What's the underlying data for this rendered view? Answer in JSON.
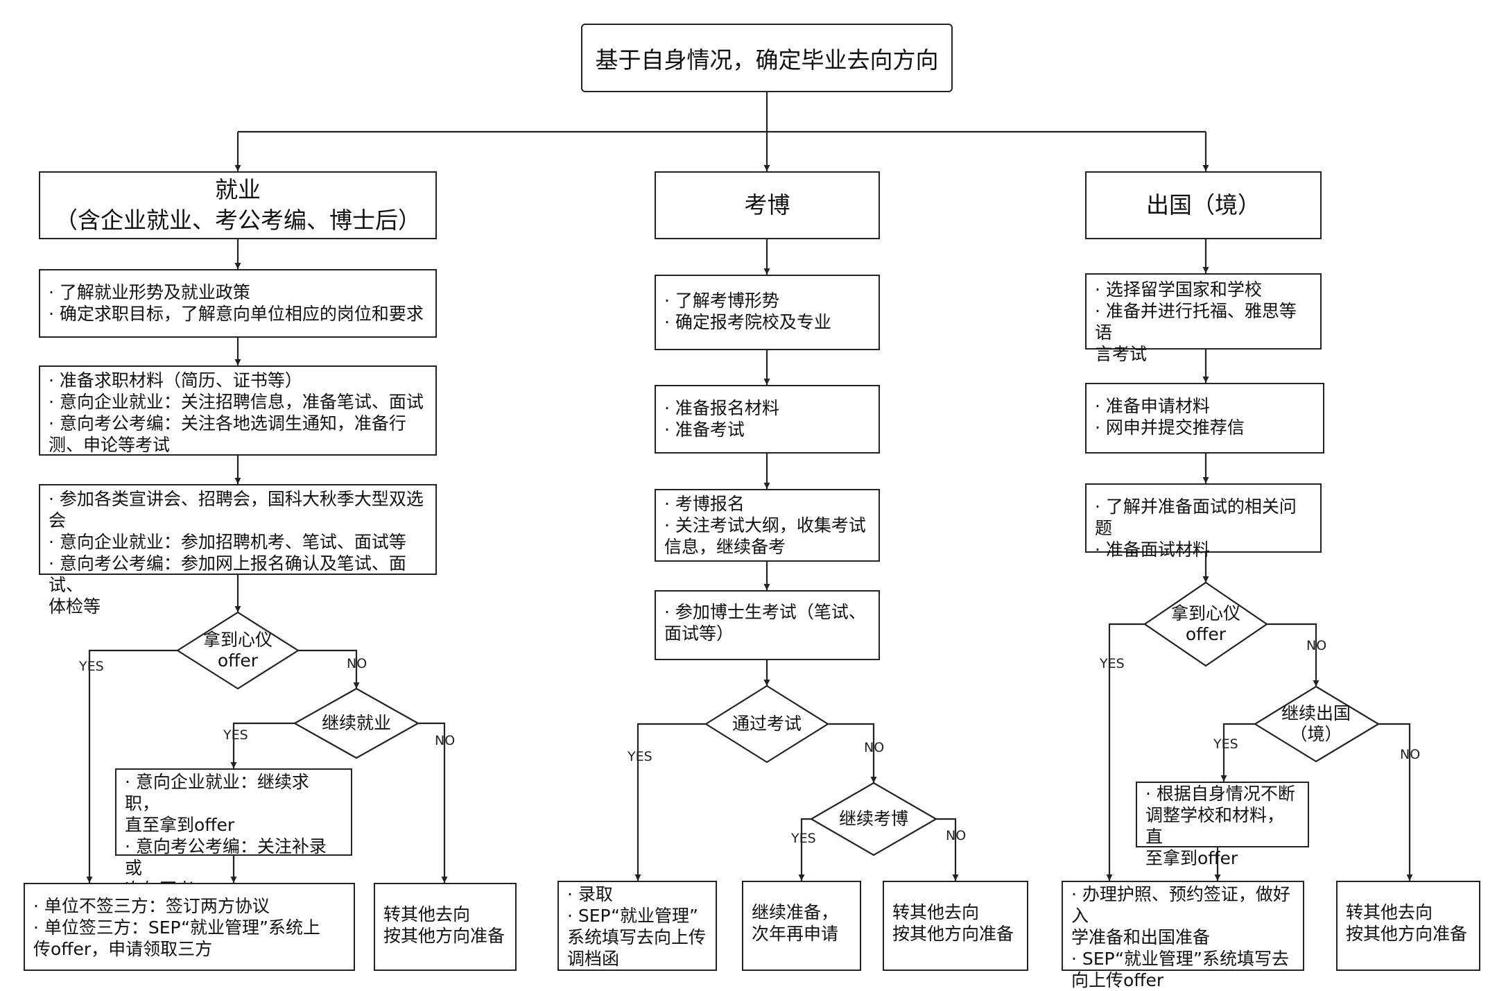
{
  "root": "基于自身情况，确定毕业去向方向",
  "employment": {
    "header": "就业\n（含企业就业、考公考编、博士后）",
    "step1": "· 了解就业形势及就业政策\n· 确定求职目标，了解意向单位相应的岗位和要求",
    "step2": "· 准备求职材料（简历、证书等）\n· 意向企业就业：关注招聘信息，准备笔试、面试\n· 意向考公考编：关注各地选调生通知，准备行\n测、申论等考试",
    "step3": "· 参加各类宣讲会、招聘会，国科大秋季大型双选会\n· 意向企业就业：参加招聘机考、笔试、面试等\n· 意向考公考编：参加网上报名确认及笔试、面试、\n体检等",
    "decision1": "拿到心仪\noffer",
    "decision2": "继续就业",
    "continue_box": "· 意向企业就业：继续求职，\n直至拿到offer\n· 意向考公考编：关注补录或\n次年再考",
    "result_yes": "· 单位不签三方：签订两方协议\n· 单位签三方：SEP“就业管理”系统上\n传offer，申请领取三方",
    "result_no": "转其他去向\n按其他方向准备"
  },
  "phd": {
    "header": "考博",
    "step1": "· 了解考博形势\n· 确定报考院校及专业",
    "step2": "· 准备报名材料\n· 准备考试",
    "step3": "· 考博报名\n· 关注考试大纲，收集考试\n信息，继续备考",
    "step4": "· 参加博士生考试（笔试、\n面试等）",
    "decision1": "通过考试",
    "decision2": "继续考博",
    "result_yes": "· 录取\n· SEP“就业管理”\n系统填写去向上传\n调档函",
    "result_continue": "继续准备，\n次年再申请",
    "result_no": "转其他去向\n按其他方向准备"
  },
  "abroad": {
    "header": "出国（境）",
    "step1": "· 选择留学国家和学校\n· 准备并进行托福、雅思等语\n言考试",
    "step2": "· 准备申请材料\n· 网申并提交推荐信",
    "step3": "· 了解并准备面试的相关问题\n· 准备面试材料",
    "decision1": "拿到心仪\noffer",
    "decision2": "继续出国\n（境）",
    "continue_box": "· 根据自身情况不断\n调整学校和材料，直\n至拿到offer",
    "result_yes": "· 办理护照、预约签证，做好入\n学准备和出国准备\n· SEP“就业管理”系统填写去\n向上传offer",
    "result_no": "转其他去向\n按其他方向准备"
  },
  "labels": {
    "yes": "YES",
    "no": "NO"
  }
}
